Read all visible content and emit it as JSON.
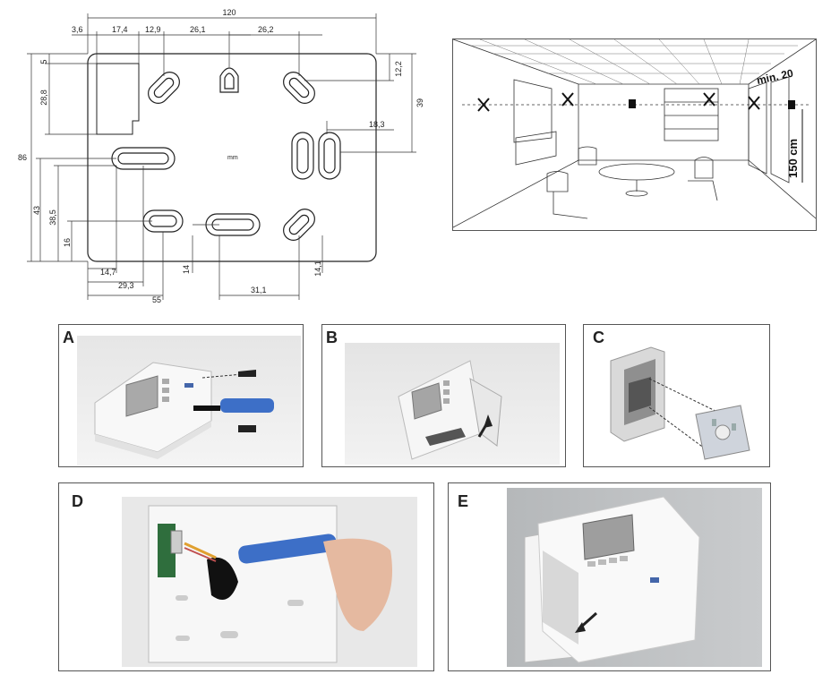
{
  "drawing": {
    "width_label": "120",
    "top_dims": [
      "3,6",
      "17,4",
      "12,9",
      "26,1",
      "26,2"
    ],
    "right_dims": [
      "12,2",
      "39",
      "18,3"
    ],
    "left_dims": [
      "5",
      "28,8",
      "86",
      "43",
      "38,5",
      "16"
    ],
    "bottom_dims": [
      "14,7",
      "29,3",
      "55",
      "14",
      "31,1",
      "14,1"
    ],
    "unit_label": "mm"
  },
  "room": {
    "min_label": "min. 20",
    "height_label": "150 cm"
  },
  "panels": {
    "a": "A",
    "b": "B",
    "c": "C",
    "d": "D",
    "e": "E"
  }
}
